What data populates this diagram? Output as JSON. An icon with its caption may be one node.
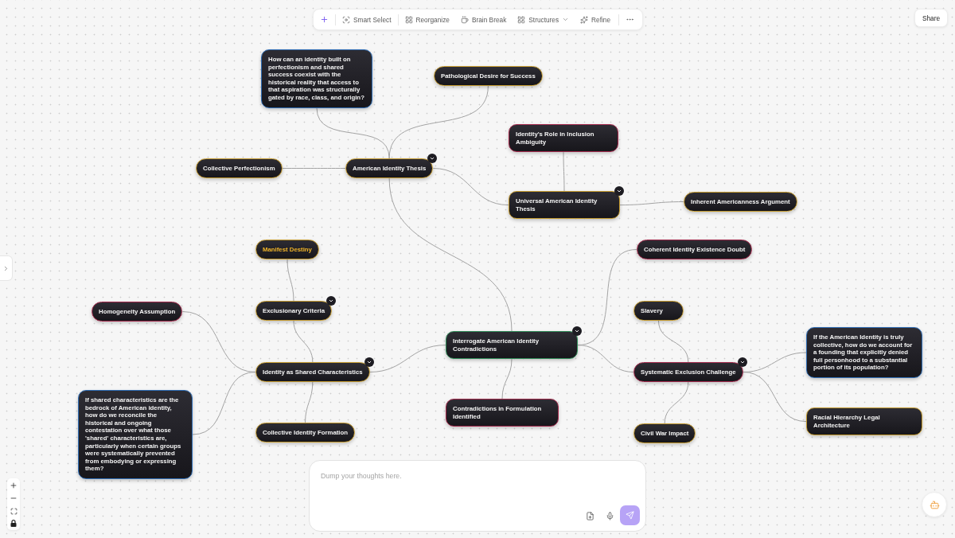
{
  "diagram": {
    "nodes": [
      {
        "text": [
          "How can an identity built on perfectionism and shared success coexist with the historical reality that access to that aspiration was structurally gated by race, class, and origin?"
        ]
      },
      {
        "text": [
          "Pathological Desire for Success"
        ]
      },
      {
        "text": [
          "Identity's Role in Inclusion Ambiguity"
        ]
      },
      {
        "text": [
          "Collective Perfectionism"
        ]
      },
      {
        "text": [
          "American Identity Thesis"
        ]
      },
      {
        "text": [
          "Universal American Identity Thesis"
        ]
      },
      {
        "text": [
          "Inherent Americanness Argument"
        ]
      },
      {
        "text": [
          "Manifest Destiny"
        ]
      },
      {
        "text": [
          "Coherent Identity Existence Doubt"
        ]
      },
      {
        "text": [
          "Homogeneity Assumption"
        ]
      },
      {
        "text": [
          "Exclusionary Criteria"
        ]
      },
      {
        "text": [
          "Slavery"
        ]
      },
      {
        "text": [
          "Interrogate American Identity Contradictions"
        ]
      },
      {
        "text": [
          "If the American Identity is truly collective, how do we account for a founding that explicitly denied full personhood to a substantial portion of its population?"
        ]
      },
      {
        "text": [
          "Identity as Shared Characteristics"
        ]
      },
      {
        "text": [
          "Systematic Exclusion Challenge"
        ]
      },
      {
        "text": [
          "If shared characteristics are the bedrock of American identity, how do we reconcile the historical and ongoing contestation over what those 'shared' characteristics are, particularly when certain groups were systematically prevented from embodying or expressing them?"
        ]
      },
      {
        "text": [
          "Contradictions in Formulation Identified"
        ]
      },
      {
        "text": [
          "Racial Hierarchy Legal Architecture"
        ]
      },
      {
        "text": [
          "Collective Identity Formation"
        ]
      },
      {
        "text": [
          "Civil War Impact"
        ]
      }
    ],
    "edges": [
      {
        "from": 4,
        "to": 0,
        "arrow": "none"
      },
      {
        "from": 4,
        "to": 1,
        "arrow": "none"
      },
      {
        "from": 4,
        "to": 3,
        "arrow": "none"
      },
      {
        "from": 4,
        "to": 5,
        "arrow": "none"
      },
      {
        "from": 5,
        "to": 2,
        "arrow": "none"
      },
      {
        "from": 5,
        "to": 6,
        "arrow": "none"
      },
      {
        "from": 12,
        "to": 4,
        "arrow": "none"
      },
      {
        "from": 12,
        "to": 8,
        "arrow": "none"
      },
      {
        "from": 12,
        "to": 15,
        "arrow": "none"
      },
      {
        "from": 12,
        "to": 17,
        "arrow": "none"
      },
      {
        "from": 12,
        "to": 14,
        "arrow": "none"
      },
      {
        "from": 14,
        "to": 10,
        "arrow": "none"
      },
      {
        "from": 10,
        "to": 7,
        "arrow": "none"
      },
      {
        "from": 14,
        "to": 9,
        "arrow": "none"
      },
      {
        "from": 14,
        "to": 16,
        "arrow": "none"
      },
      {
        "from": 14,
        "to": 19,
        "arrow": "none"
      },
      {
        "from": 15,
        "to": 11,
        "arrow": "none"
      },
      {
        "from": 15,
        "to": 20,
        "arrow": "none"
      },
      {
        "from": 15,
        "to": 13,
        "arrow": "none"
      },
      {
        "from": 15,
        "to": 18,
        "arrow": "none"
      }
    ],
    "labels": [
      "Smart Select",
      "Reorganize",
      "Brain Break",
      "Structures",
      "Refine",
      "Share",
      "Dump your thoughts here."
    ]
  }
}
